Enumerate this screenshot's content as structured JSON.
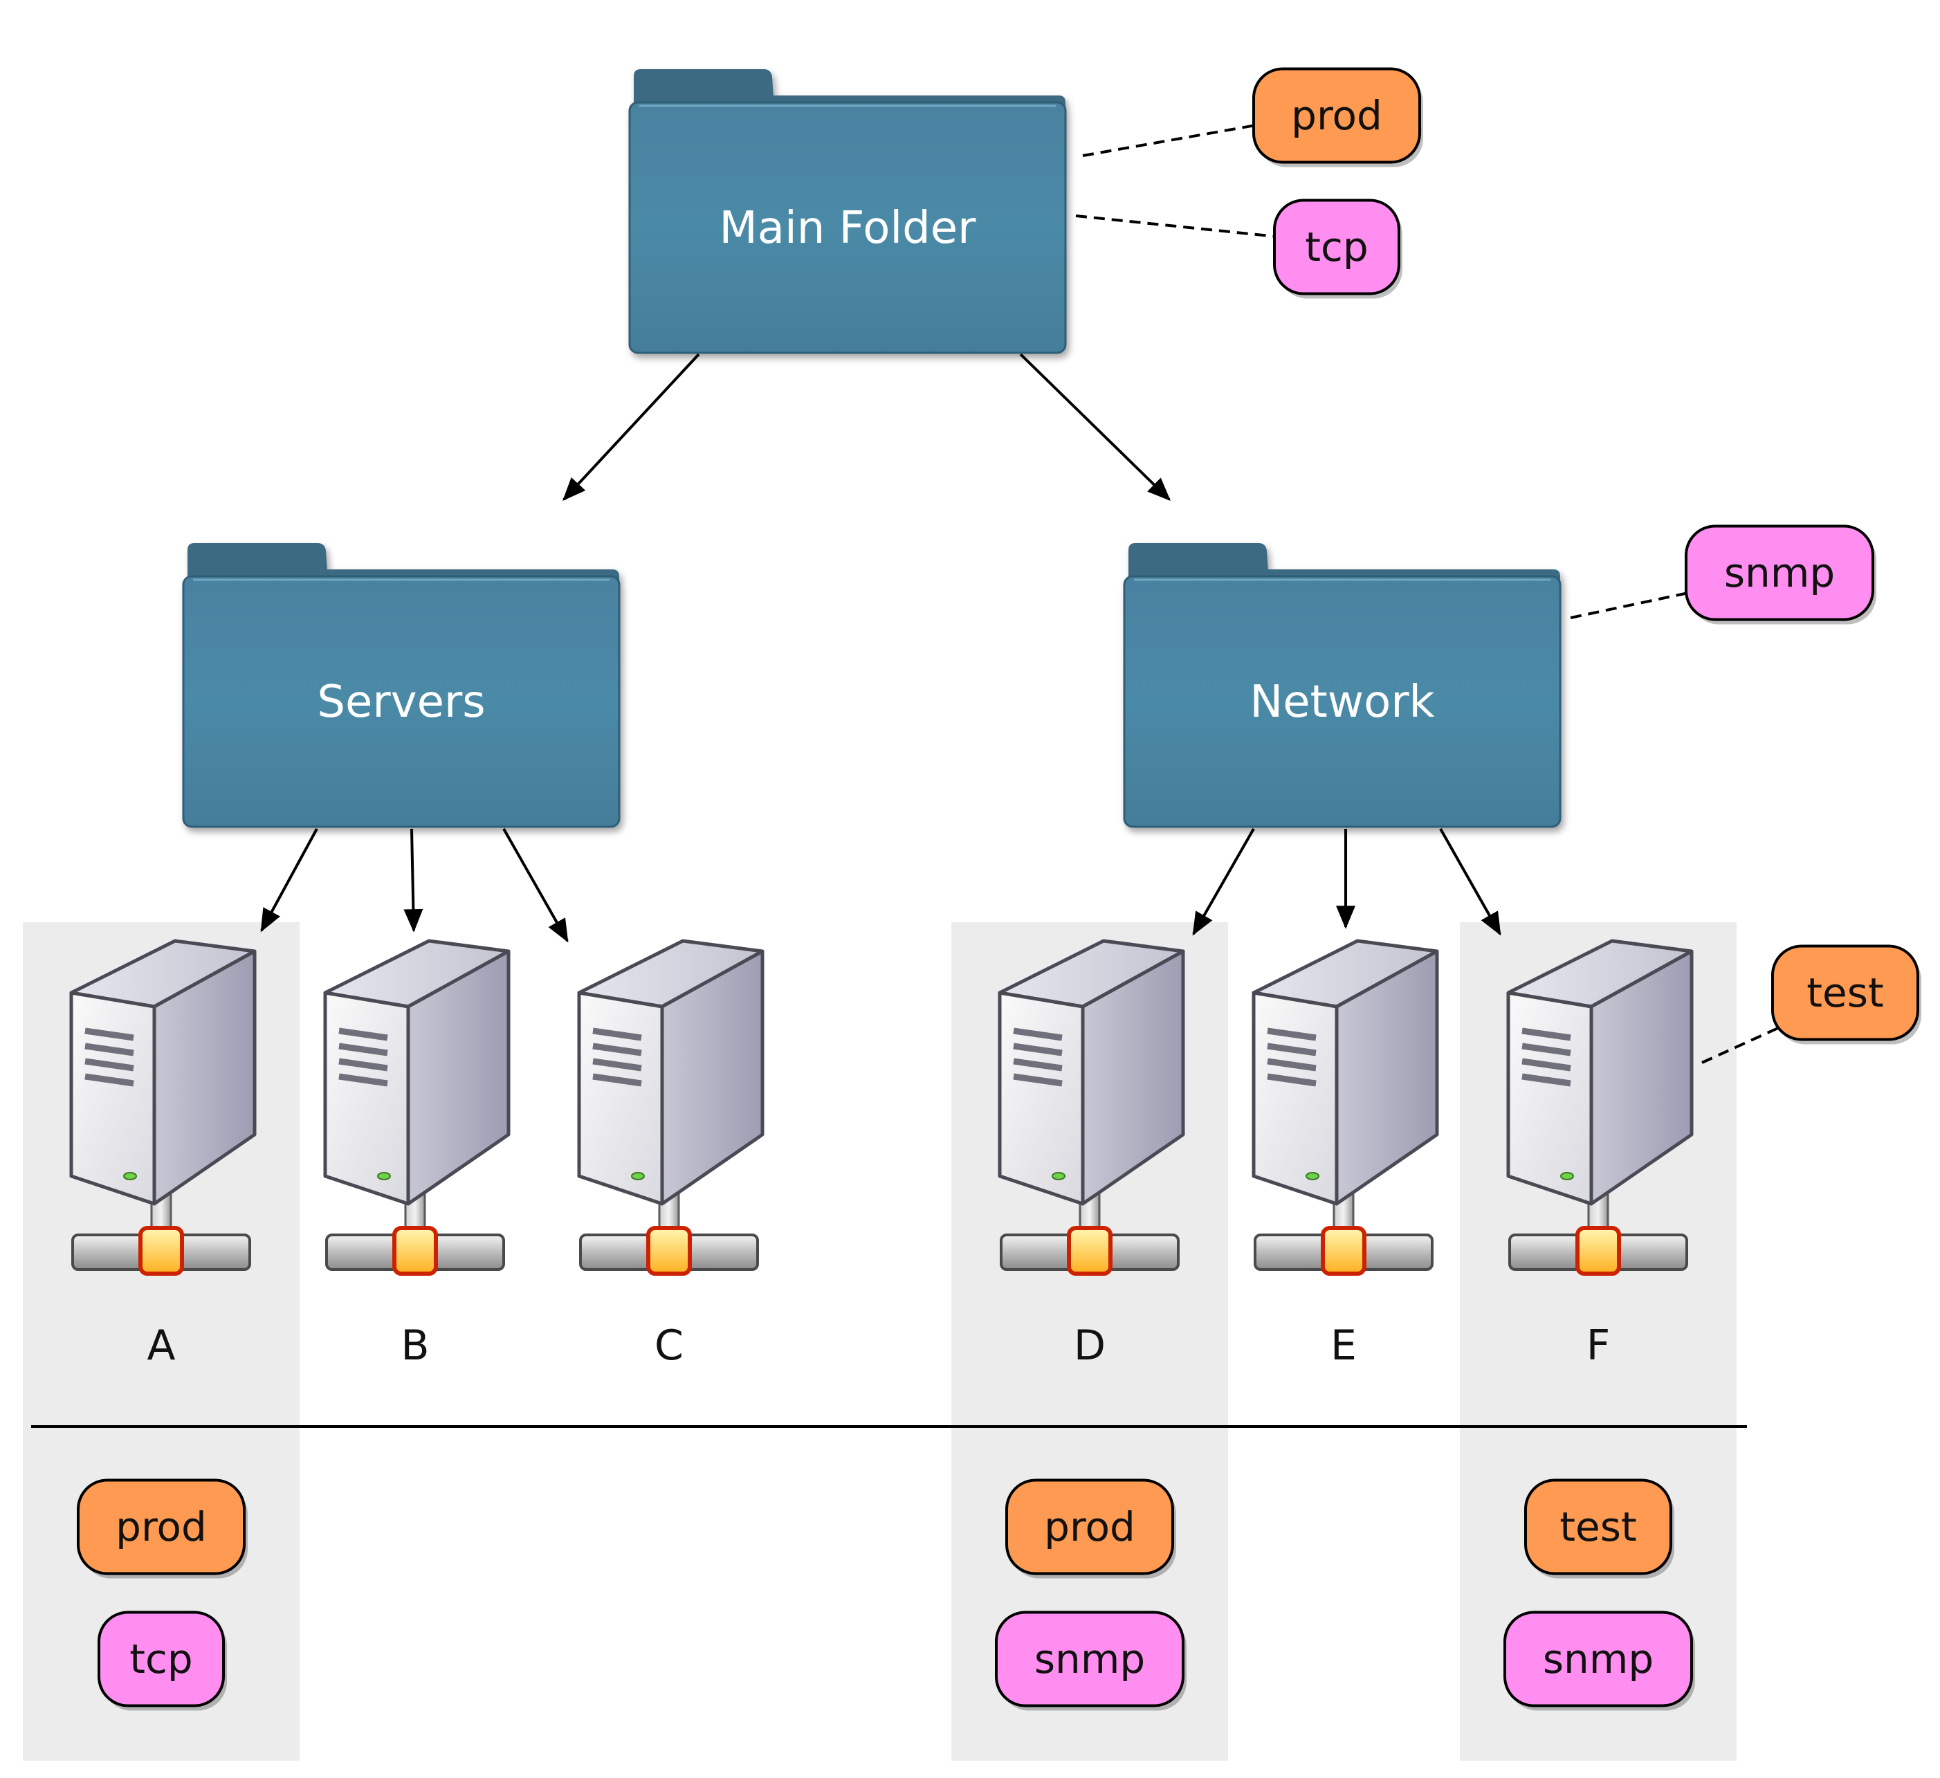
{
  "colors": {
    "folder_back": "#3a6b82",
    "folder_front": "#4a87a2",
    "tag_orange": "#ff9a52",
    "tag_pink": "#ff8ef0",
    "column_shade": "#ececec",
    "connector": "#000000"
  },
  "folders": [
    {
      "id": "main",
      "label": "Main Folder"
    },
    {
      "id": "servers",
      "label": "Servers"
    },
    {
      "id": "network",
      "label": "Network"
    }
  ],
  "folder_tags": [
    {
      "label": "prod",
      "color": "orange",
      "attached_to": "main"
    },
    {
      "label": "tcp",
      "color": "pink",
      "attached_to": "main"
    },
    {
      "label": "snmp",
      "color": "pink",
      "attached_to": "network"
    },
    {
      "label": "test",
      "color": "orange",
      "attached_to": "F"
    }
  ],
  "hosts": [
    {
      "id": "A",
      "label": "A",
      "parent": "servers",
      "shaded": true,
      "effective_tags": [
        {
          "label": "prod",
          "color": "orange"
        },
        {
          "label": "tcp",
          "color": "pink"
        }
      ]
    },
    {
      "id": "B",
      "label": "B",
      "parent": "servers",
      "shaded": false,
      "effective_tags": []
    },
    {
      "id": "C",
      "label": "C",
      "parent": "servers",
      "shaded": false,
      "effective_tags": []
    },
    {
      "id": "D",
      "label": "D",
      "parent": "network",
      "shaded": true,
      "effective_tags": [
        {
          "label": "prod",
          "color": "orange"
        },
        {
          "label": "snmp",
          "color": "pink"
        }
      ]
    },
    {
      "id": "E",
      "label": "E",
      "parent": "network",
      "shaded": false,
      "effective_tags": []
    },
    {
      "id": "F",
      "label": "F",
      "parent": "network",
      "shaded": true,
      "effective_tags": [
        {
          "label": "test",
          "color": "orange"
        },
        {
          "label": "snmp",
          "color": "pink"
        }
      ]
    }
  ],
  "icons": {
    "folder": "folder-icon",
    "host": "server-icon"
  }
}
